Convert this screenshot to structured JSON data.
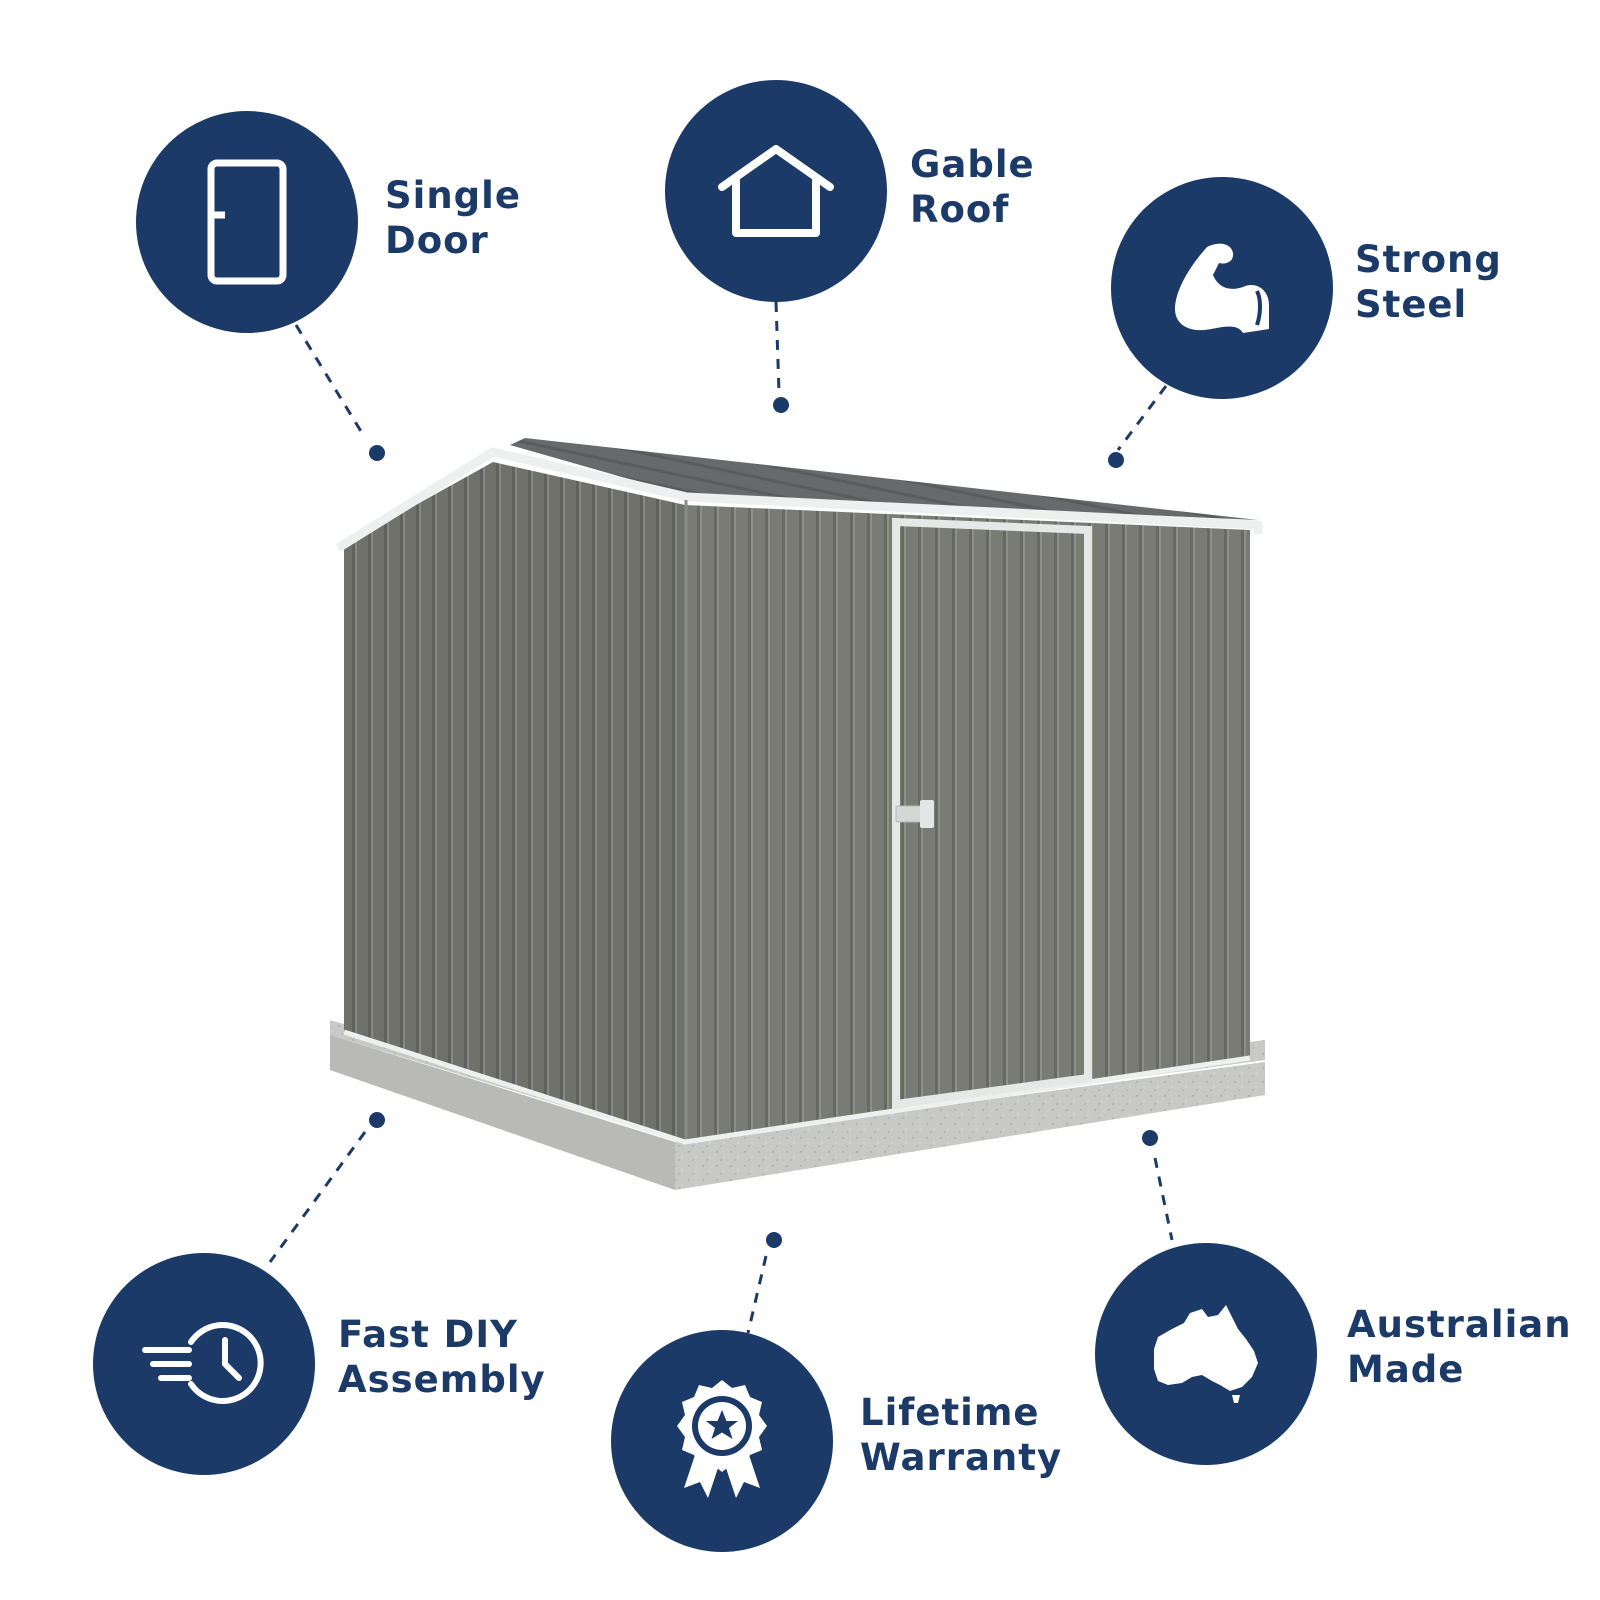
{
  "colors": {
    "navy": "#1b3a67",
    "shed_steel": "#75776f",
    "trim": "#eef0f0",
    "concrete": "#c5c5c3",
    "background": "#ffffff"
  },
  "features": [
    {
      "id": "single-door",
      "icon": "door-icon",
      "line1": "Single",
      "line2": "Door"
    },
    {
      "id": "gable-roof",
      "icon": "house-icon",
      "line1": "Gable",
      "line2": "Roof"
    },
    {
      "id": "strong-steel",
      "icon": "flexed-arm-icon",
      "line1": "Strong",
      "line2": "Steel"
    },
    {
      "id": "fast-diy-assembly",
      "icon": "fast-clock-icon",
      "line1": "Fast DIY",
      "line2": "Assembly"
    },
    {
      "id": "lifetime-warranty",
      "icon": "award-ribbon-icon",
      "line1": "Lifetime",
      "line2": "Warranty"
    },
    {
      "id": "australian-made",
      "icon": "australia-map-icon",
      "line1": "Australian",
      "line2": "Made"
    }
  ]
}
